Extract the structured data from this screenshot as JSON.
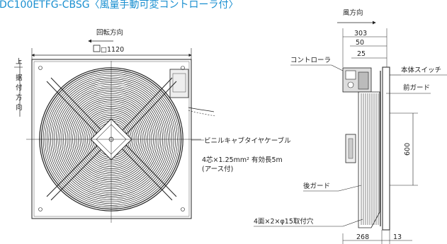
{
  "title": "-DC100ETFG-CBSG〈風量手動可変コントローラ付〉",
  "front_view": {
    "rotation_label": "回転方向",
    "size_label": "□1120",
    "install_direction_chars": [
      "上",
      "据",
      "付",
      "方",
      "向"
    ],
    "cable_label": "ビニルキャブタイヤケーブル",
    "cable_spec_line1": "4芯×1.25mm² 有効長5m",
    "cable_spec_line2": "(アース付)"
  },
  "side_view": {
    "airflow_label": "風方向",
    "dim_303": "303",
    "dim_50": "50",
    "dim_25": "25",
    "dim_600": "600",
    "dim_268": "268",
    "dim_13": "13",
    "controller_label": "コントローラ",
    "main_switch_label": "本体スイッチ",
    "front_guard_label": "前ガード",
    "rear_guard_label": "後ガード",
    "mount_hole_label": "4面×2×φ15取付穴"
  }
}
